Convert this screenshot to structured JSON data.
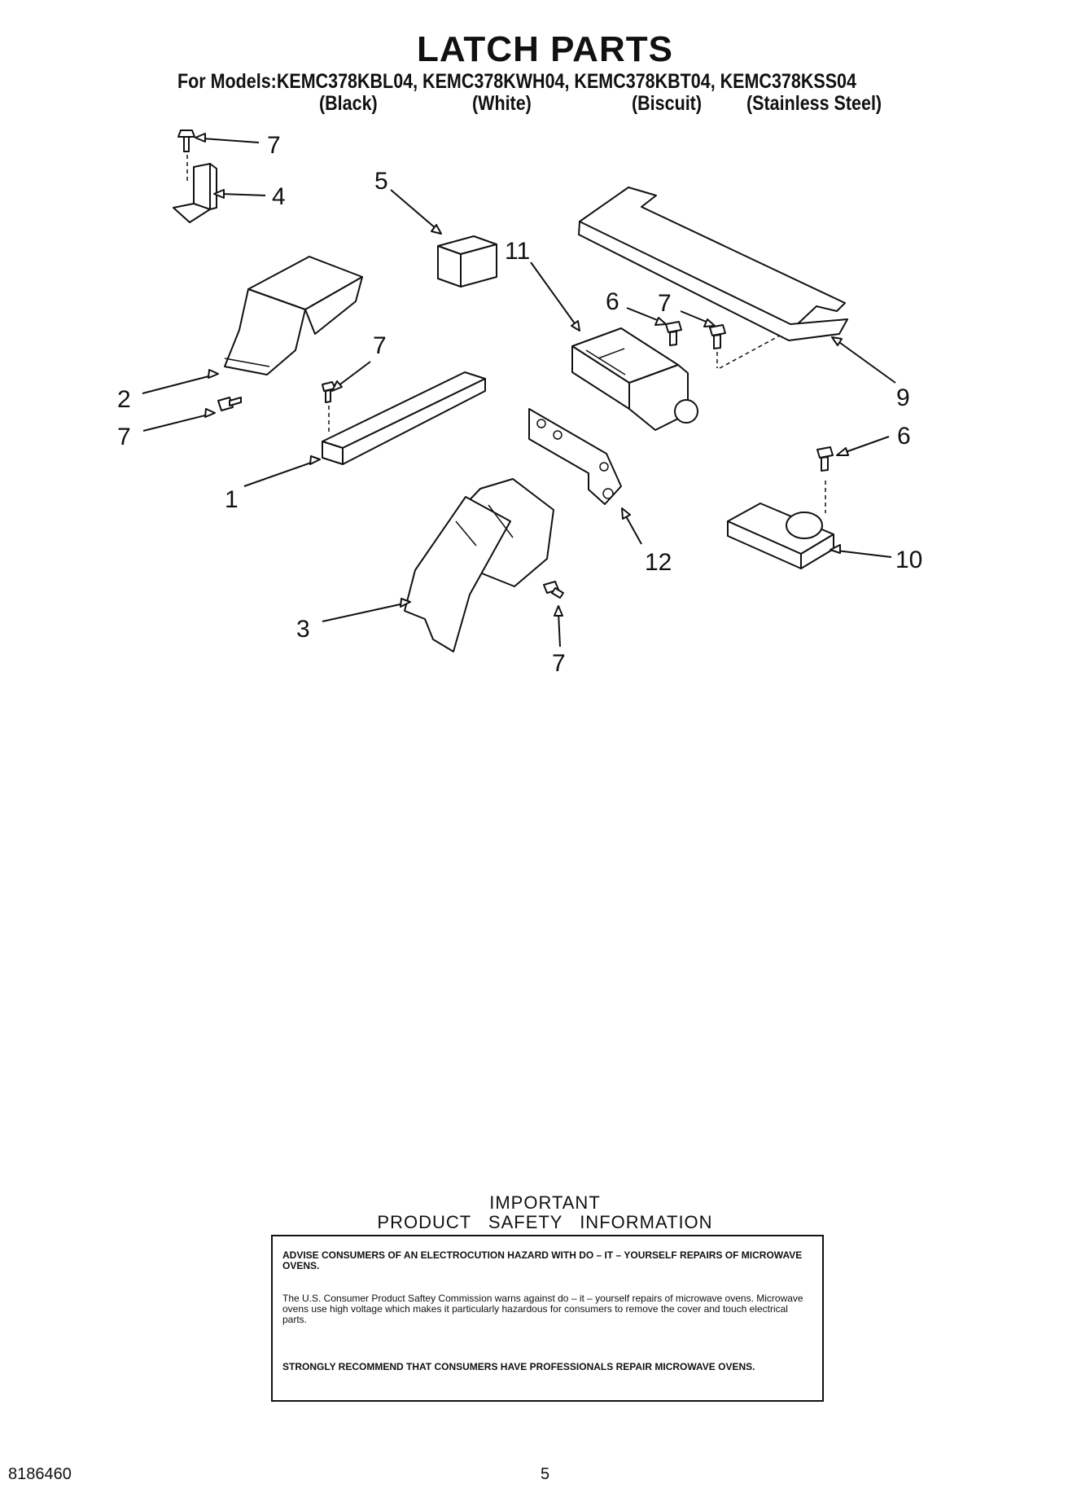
{
  "title": "LATCH PARTS",
  "models_line": "For Models:KEMC378KBL04, KEMC378KWH04, KEMC378KBT04, KEMC378KSS04",
  "colors": [
    "(Black)",
    "(White)",
    "(Biscuit)",
    "(Stainless Steel)"
  ],
  "callouts": [
    "7",
    "4",
    "5",
    "11",
    "6",
    "7",
    "7",
    "2",
    "7",
    "1",
    "9",
    "6",
    "10",
    "12",
    "3",
    "7"
  ],
  "important": {
    "heading": "IMPORTANT",
    "subheading": "PRODUCT SAFETY INFORMATION",
    "warning": "ADVISE CONSUMERS OF AN ELECTROCUTION HAZARD WITH DO – IT – YOURSELF REPAIRS OF MICROWAVE OVENS.",
    "body": "The U.S. Consumer Product Saftey Commission warns against do – it – yourself repairs of microwave ovens. Microwave ovens use high voltage which makes it particularly hazardous for consumers to remove the cover and touch electrical parts.",
    "recommendation": "STRONGLY RECOMMEND THAT CONSUMERS HAVE PROFESSIONALS REPAIR MICROWAVE OVENS."
  },
  "footer": {
    "doc_number": "8186460",
    "page_number": "5"
  }
}
